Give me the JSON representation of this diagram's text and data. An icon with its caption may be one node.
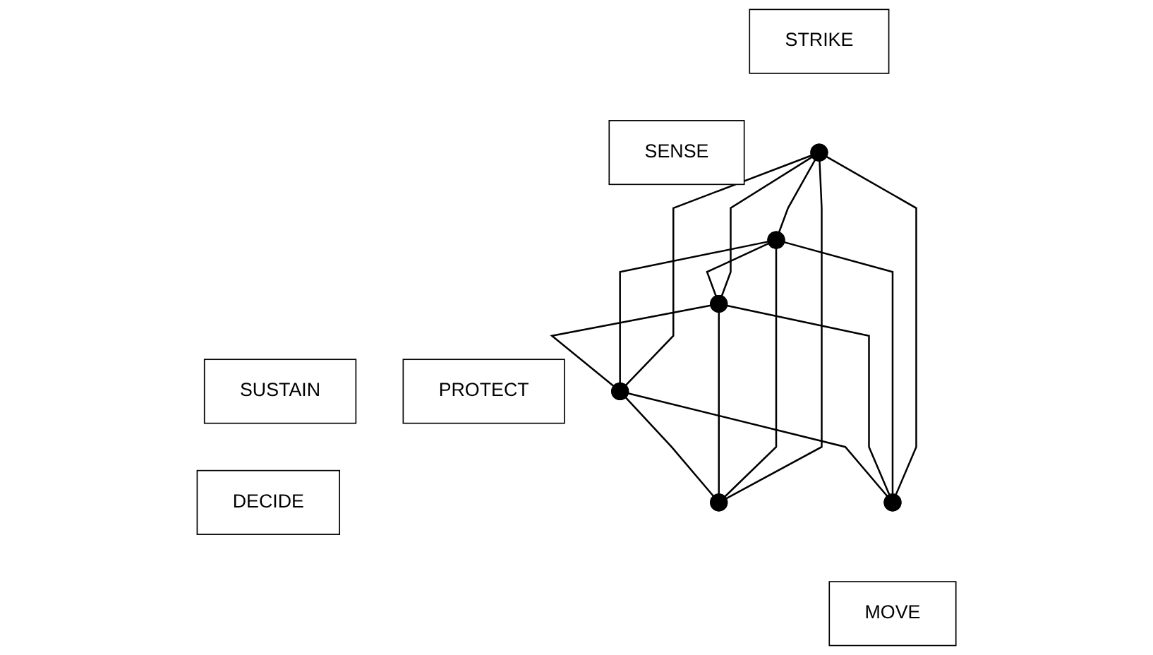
{
  "diagram": {
    "nodes": [
      {
        "text": [
          "STRIKE"
        ]
      },
      {
        "text": [],
        "shape": "ellipse"
      },
      {
        "text": [
          "SENSE"
        ]
      },
      {
        "text": [],
        "shape": "ellipse"
      },
      {
        "text": [],
        "shape": "ellipse"
      },
      {
        "text": [],
        "shape": "ellipse"
      },
      {
        "text": [
          "PROTECT"
        ]
      },
      {
        "text": [
          "DECIDE"
        ]
      },
      {
        "text": [
          "SUSTAIN"
        ]
      },
      {
        "text": [],
        "shape": "ellipse"
      },
      {
        "text": [],
        "shape": "ellipse"
      },
      {
        "text": [
          "MOVE"
        ]
      }
    ],
    "edges": [
      {
        "from": 1,
        "to": 3,
        "arrow": "none"
      },
      {
        "from": 1,
        "to": 5,
        "arrow": "none"
      },
      {
        "from": 1,
        "to": 4,
        "arrow": "none"
      },
      {
        "from": 1,
        "to": 9,
        "arrow": "none"
      },
      {
        "from": 1,
        "to": 10,
        "arrow": "none"
      },
      {
        "from": 3,
        "to": 5,
        "arrow": "none"
      },
      {
        "from": 3,
        "to": 4,
        "arrow": "none"
      },
      {
        "from": 3,
        "to": 9,
        "arrow": "none"
      },
      {
        "from": 3,
        "to": 10,
        "arrow": "none"
      },
      {
        "from": 5,
        "to": 4,
        "arrow": "none"
      },
      {
        "from": 5,
        "to": 9,
        "arrow": "none"
      },
      {
        "from": 5,
        "to": 10,
        "arrow": "none"
      },
      {
        "from": 4,
        "to": 9,
        "arrow": "none"
      },
      {
        "from": 4,
        "to": 10,
        "arrow": "none"
      }
    ]
  }
}
